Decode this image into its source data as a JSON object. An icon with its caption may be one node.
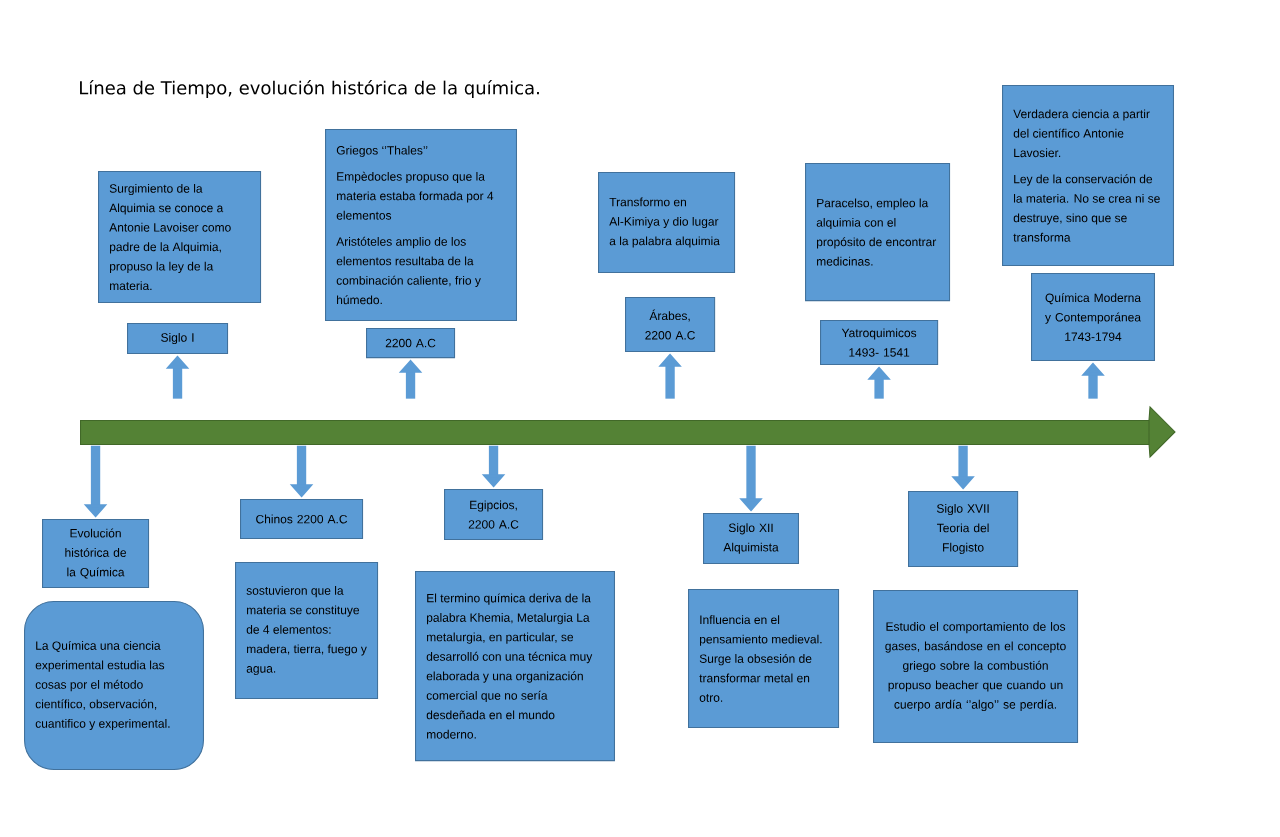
{
  "diagram": {
    "title": "Línea de Tiempo, evolución histórica de la química.",
    "nodes": [
      {
        "text": [],
        "shape": "bar"
      },
      {
        "text": [
          "Surgimiento de la Alquimia se conoce a Antonie Lavoiser como padre de la Alquimia, propuso la ley de la materia."
        ]
      },
      {
        "text": [
          "Siglo I"
        ]
      },
      {
        "text": [
          "Griegos ‘’Thales’’",
          "Empèdocles propuso que la materia estaba formada por 4 elementos",
          "Aristóteles amplio de los elementos resultaba de la combinación caliente, frio y húmedo."
        ]
      },
      {
        "text": [
          "2200 A.C"
        ]
      },
      {
        "text": [
          "Transformo en Al-Kimiya y dio lugar a la palabra alquimia"
        ]
      },
      {
        "text": [
          "Árabes, 2200 A.C"
        ]
      },
      {
        "text": [
          "Paracelso, empleo la alquimia con el propósito de encontrar medicinas."
        ]
      },
      {
        "text": [
          "Yatroquimicos 1493- 1541"
        ]
      },
      {
        "text": [
          "Verdadera ciencia a partir del científico Antonie Lavosier.",
          "Ley de la conservación de la materia. No se crea ni se destruye, sino que se transforma"
        ]
      },
      {
        "text": [
          "Química Moderna y Contemporánea 1743-1794"
        ]
      },
      {
        "text": [
          "Evolución histórica de la Química"
        ]
      },
      {
        "text": [
          "La Química una ciencia experimental estudia las cosas por el método científico, observación, cuantifico y experimental."
        ]
      },
      {
        "text": [
          "Chinos 2200 A.C"
        ]
      },
      {
        "text": [
          "sostuvieron que la materia se constituye de 4 elementos: madera, tierra, fuego y agua."
        ]
      },
      {
        "text": [
          "Egipcios, 2200 A.C"
        ]
      },
      {
        "text": [
          "El termino química deriva de la palabra Khemia, Metalurgia La metalurgia, en particular, se desarrolló con una técnica muy elaborada y una organización comercial que no sería desdeñada en el mundo moderno."
        ]
      },
      {
        "text": [
          "Siglo XII Alquimista"
        ]
      },
      {
        "text": [
          "Influencia en el pensamiento medieval. Surge la obsesión de transformar metal en otro."
        ]
      },
      {
        "text": [
          "Siglo XVII Teoria del Flogisto"
        ]
      },
      {
        "text": [
          "Estudio el comportamiento de los gases, basándose en el concepto griego sobre la combustión propuso beacher que cuando un cuerpo ardía ‘’algo’’ se perdía."
        ]
      }
    ],
    "edges": [
      {
        "from": 0,
        "to": 2,
        "arrow": "to"
      },
      {
        "from": 0,
        "to": 4,
        "arrow": "to"
      },
      {
        "from": 0,
        "to": 6,
        "arrow": "to"
      },
      {
        "from": 0,
        "to": 8,
        "arrow": "to"
      },
      {
        "from": 0,
        "to": 10,
        "arrow": "to"
      },
      {
        "from": 0,
        "to": 11,
        "arrow": "to"
      },
      {
        "from": 0,
        "to": 13,
        "arrow": "to"
      },
      {
        "from": 0,
        "to": 15,
        "arrow": "to"
      },
      {
        "from": 0,
        "to": 17,
        "arrow": "to"
      },
      {
        "from": 0,
        "to": 19,
        "arrow": "to"
      }
    ]
  }
}
